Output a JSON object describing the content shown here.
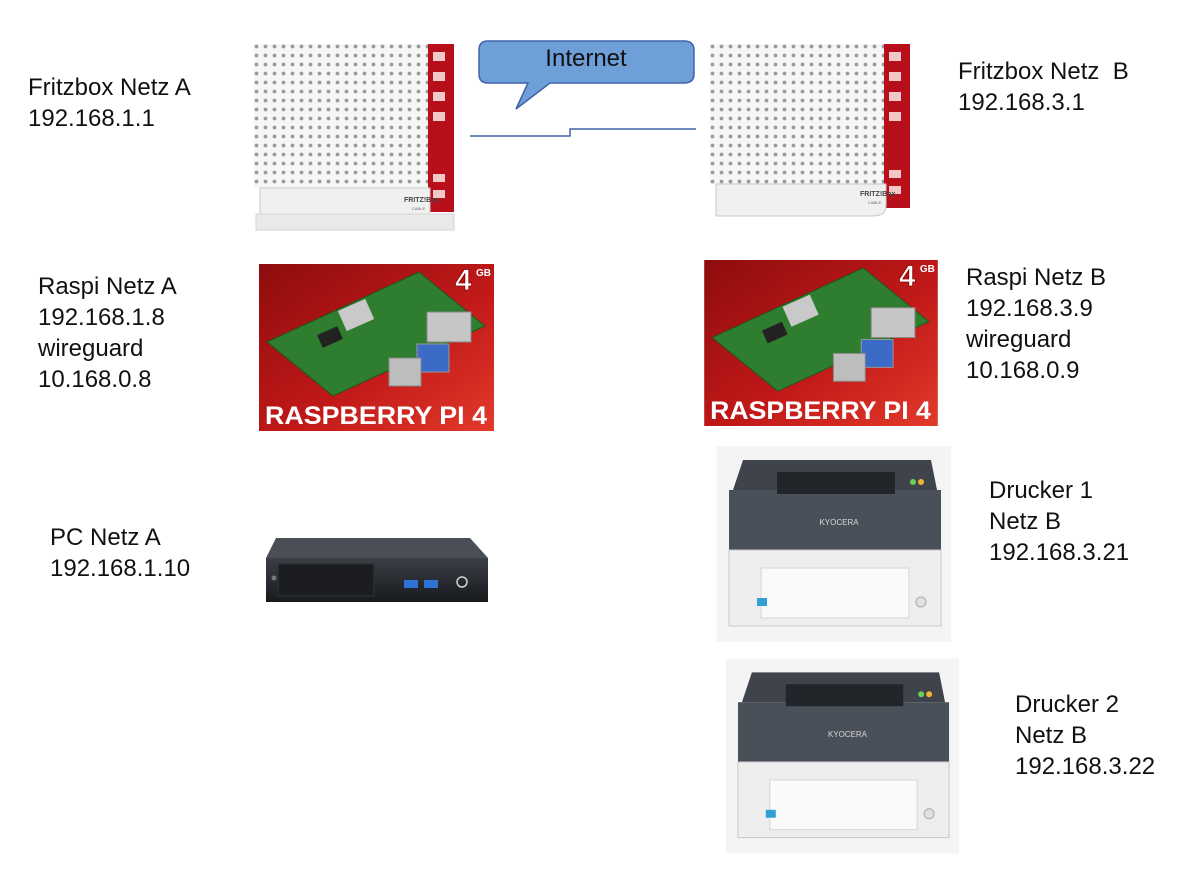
{
  "bubble": {
    "text": "Internet",
    "color": "#6f9fd8"
  },
  "link_color": "#3e63a8",
  "fritz_a": {
    "name": "Fritzbox Netz A",
    "ip": "192.168.1.1"
  },
  "fritz_b": {
    "name": "Fritzbox Netz  B",
    "ip": "192.168.3.1"
  },
  "fritz_badge": {
    "brand": "FRITZ!Box",
    "sub": "CABLE"
  },
  "raspi_a": {
    "name": "Raspi Netz A",
    "ip": "192.168.1.8",
    "vpn": "wireguard",
    "vpn_ip": "10.168.0.8"
  },
  "raspi_b": {
    "name": "Raspi Netz B",
    "ip": "192.168.3.9",
    "vpn": "wireguard",
    "vpn_ip": "10.168.0.9"
  },
  "raspi_badge": {
    "banner": "RASPBERRY PI 4",
    "ram": "4",
    "ram_unit": "GB"
  },
  "pc_a": {
    "name": "PC Netz A",
    "ip": "192.168.1.10"
  },
  "printer1": {
    "name": "Drucker 1",
    "net": "Netz B",
    "ip": "192.168.3.21"
  },
  "printer2": {
    "name": "Drucker 2",
    "net": "Netz B",
    "ip": "192.168.3.22"
  },
  "printer_brand": "KYOCERA"
}
